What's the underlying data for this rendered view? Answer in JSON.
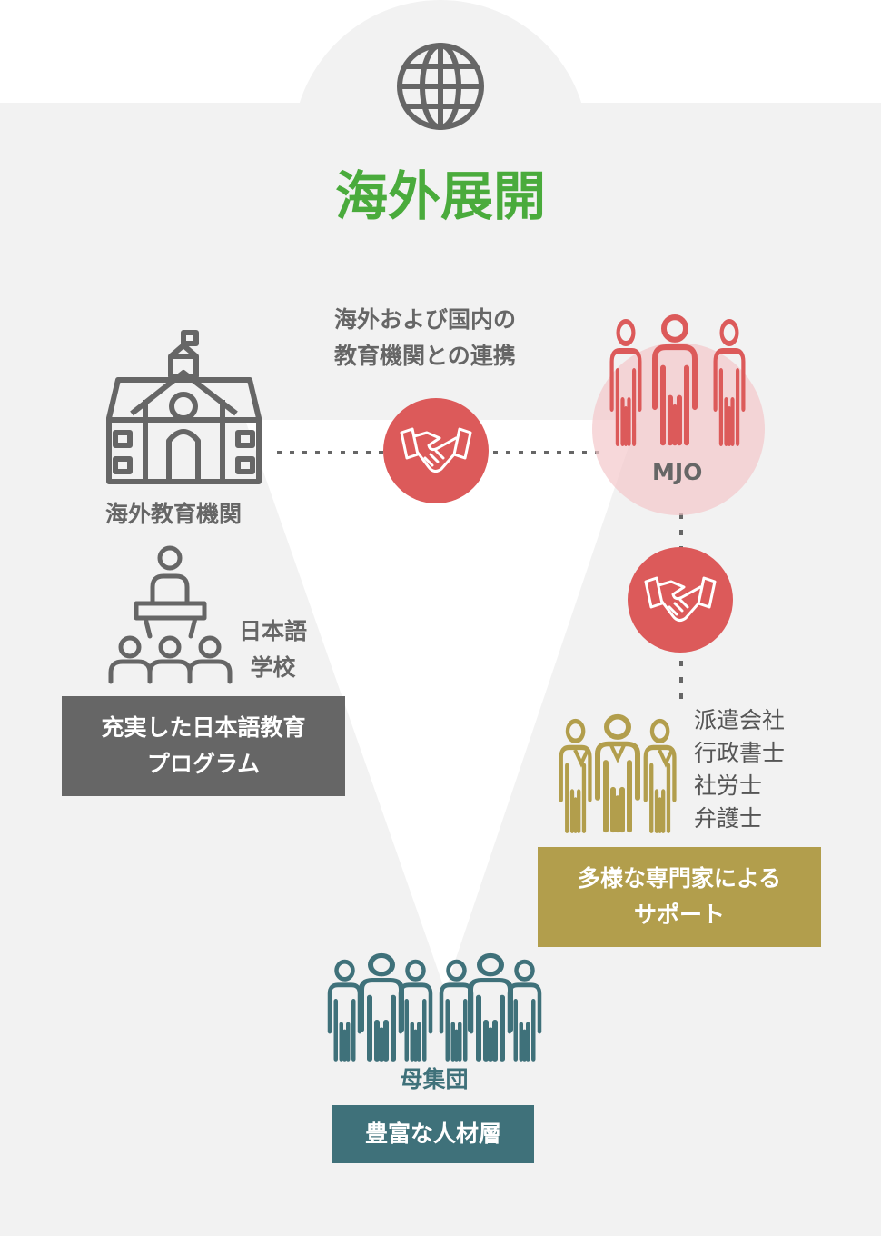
{
  "title": "海外展開",
  "link_caption": [
    "海外および国内の",
    "教育機関との連携"
  ],
  "overseas_institution": {
    "label": "海外教育機関"
  },
  "mjo": {
    "label": "MJO"
  },
  "language_school": {
    "label": [
      "日本語",
      "学校"
    ],
    "box": [
      "充実した日本語教育",
      "プログラム"
    ]
  },
  "experts": {
    "label": [
      "派遣会社",
      "行政書士",
      "社労士",
      "弁護士"
    ],
    "box": [
      "多様な専門家による",
      "サポート"
    ]
  },
  "population": {
    "label": "母集団",
    "box": "豊富な人材層"
  },
  "colors": {
    "green": "#4aab3c",
    "red": "#dc5a5a",
    "gray": "#666666",
    "gold": "#b29e4c",
    "teal": "#3f717a",
    "bg": "#f2f2f2"
  }
}
